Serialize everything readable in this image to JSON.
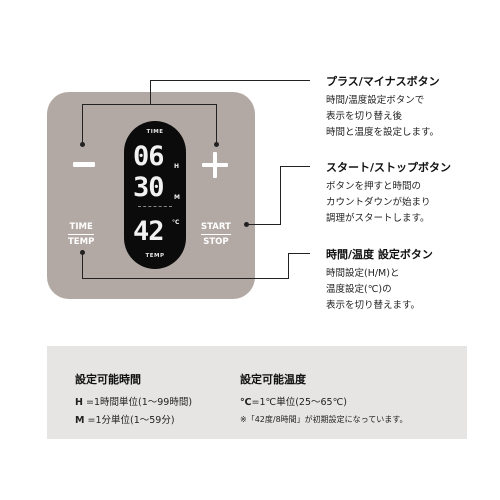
{
  "device": {
    "time_label": "TIME",
    "hours": "06",
    "hours_unit": "H",
    "minutes": "30",
    "minutes_unit": "M",
    "temp": "42",
    "temp_unit": "°C",
    "temp_label": "TEMP",
    "left_button": {
      "top": "TIME",
      "bottom": "TEMP"
    },
    "right_button": {
      "top": "START",
      "bottom": "STOP"
    }
  },
  "annotations": [
    {
      "title": "プラス/マイナスボタン",
      "lines": [
        "時間/温度設定ボタンで",
        "表示を切り替え後",
        "時間と温度を設定します。"
      ]
    },
    {
      "title": "スタート/ストップボタン",
      "lines": [
        "ボタンを押すと時間の",
        "カウントダウンが始まり",
        "調理がスタートします。"
      ]
    },
    {
      "title": "時間/温度 設定ボタン",
      "lines": [
        "時間設定(H/M)と",
        "温度設定(℃)の",
        "表示を切り替えます。"
      ]
    }
  ],
  "footer": {
    "time_heading": "設定可能時間",
    "h_key": "H",
    "h_text": "=1時間単位(1〜99時間)",
    "m_key": "M",
    "m_text": "=1分単位(1〜59分)",
    "temp_heading": "設定可能温度",
    "c_key": "℃",
    "c_text": "=1℃単位(25〜65℃)",
    "note": "※「42度/8時間」が初期設定になっています。"
  }
}
